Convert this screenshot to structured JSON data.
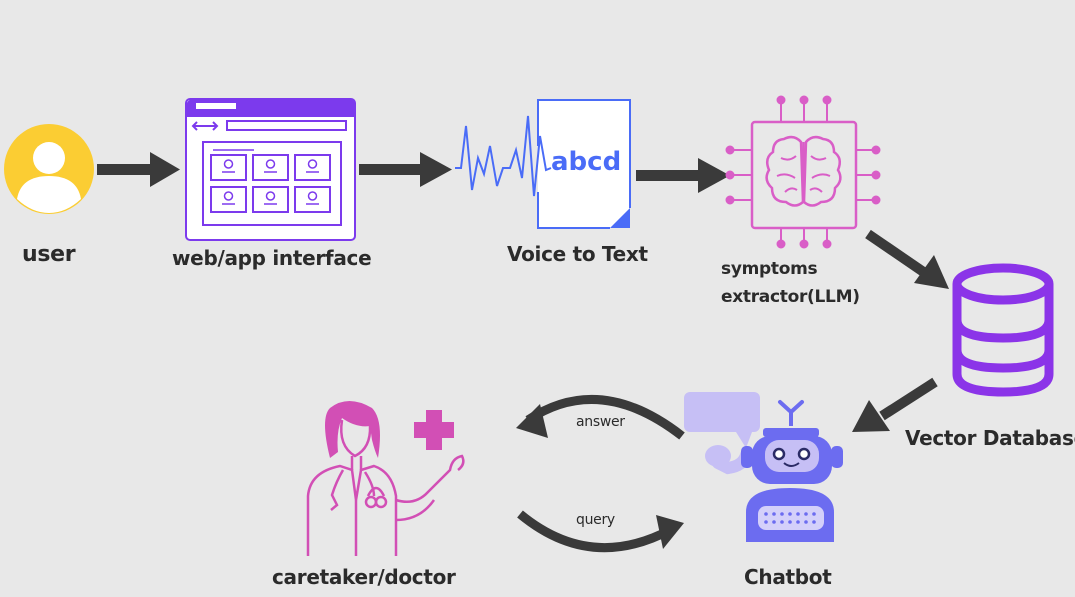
{
  "labels": {
    "user": "user",
    "web_app": "web/app interface",
    "voice_to_text": "Voice to Text",
    "symptoms_line1": "symptoms",
    "symptoms_line2": "extractor(LLM)",
    "vector_db": "Vector Database",
    "chatbot": "Chatbot",
    "caretaker": "caretaker/doctor",
    "answer": "answer",
    "query": "query"
  },
  "icons": {
    "user": "user-avatar-icon",
    "web_app": "browser-window-icon",
    "voice_to_text": "voice-waveform-document-icon",
    "symptoms": "brain-chip-icon",
    "vector_db": "database-icon",
    "chatbot": "robot-chat-icon",
    "caretaker": "doctor-icon",
    "arrow": "arrow-icon"
  },
  "colors": {
    "background": "#e8e8e8",
    "arrow": "#3a3a3a",
    "user": "#fbcd33",
    "browser": "#7c3aed",
    "voice": "#4a6cf7",
    "brain": "#d95ec7",
    "database": "#8b34e8",
    "robot": "#6c6cf0",
    "doctor": "#d24fb5"
  },
  "links": [
    {
      "from": "user",
      "to": "web_app"
    },
    {
      "from": "web_app",
      "to": "voice_to_text"
    },
    {
      "from": "voice_to_text",
      "to": "symptoms"
    },
    {
      "from": "symptoms",
      "to": "vector_db"
    },
    {
      "from": "vector_db",
      "to": "chatbot"
    },
    {
      "from": "chatbot",
      "to": "caretaker",
      "label": "answer"
    },
    {
      "from": "caretaker",
      "to": "chatbot",
      "label": "query"
    }
  ]
}
